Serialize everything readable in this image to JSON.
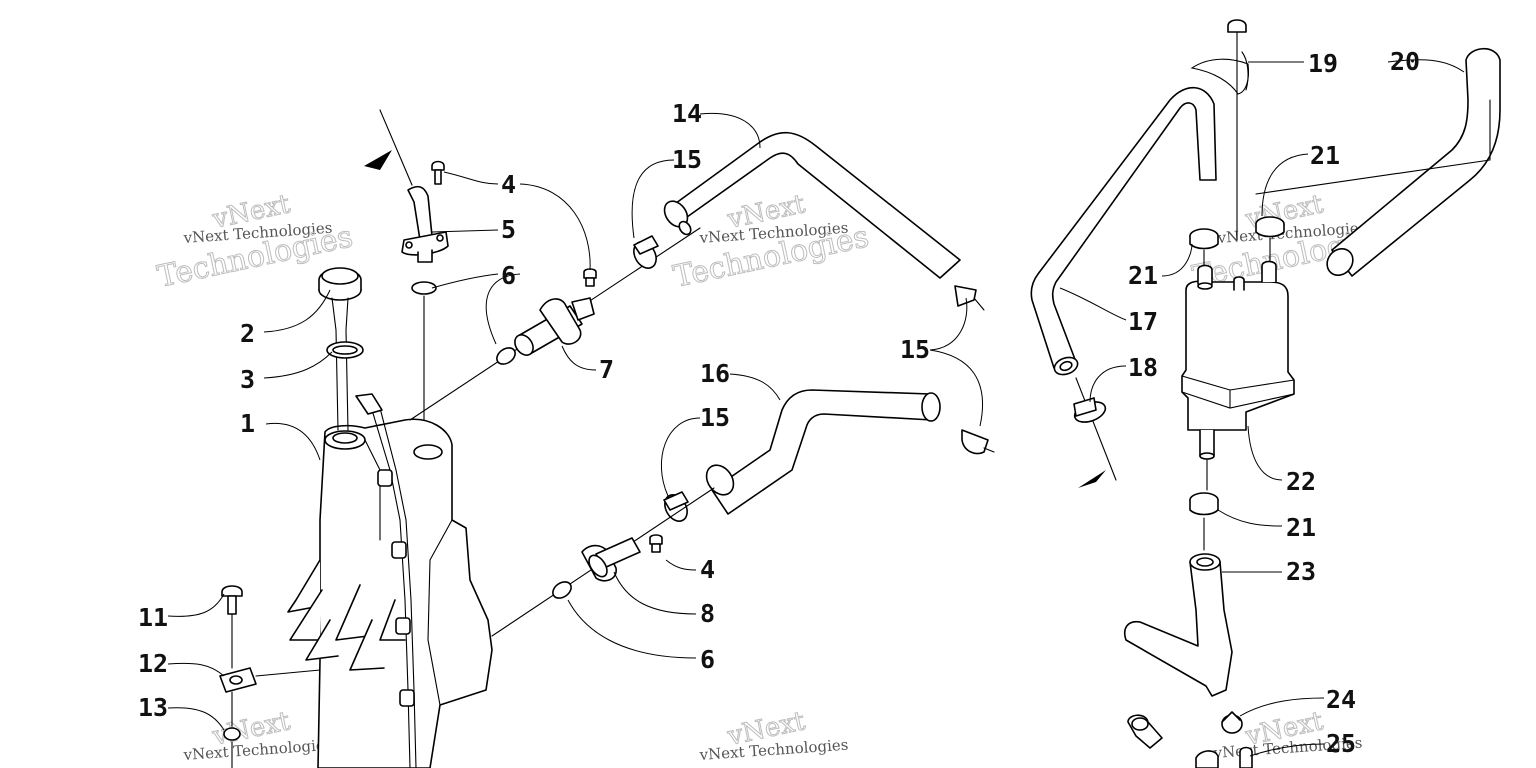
{
  "callouts": [
    {
      "id": "c1",
      "label": "1"
    },
    {
      "id": "c2",
      "label": "2"
    },
    {
      "id": "c3",
      "label": "3"
    },
    {
      "id": "c4a",
      "label": "4"
    },
    {
      "id": "c4b",
      "label": "4"
    },
    {
      "id": "c5",
      "label": "5"
    },
    {
      "id": "c6a",
      "label": "6"
    },
    {
      "id": "c6b",
      "label": "6"
    },
    {
      "id": "c7",
      "label": "7"
    },
    {
      "id": "c8",
      "label": "8"
    },
    {
      "id": "c11",
      "label": "11"
    },
    {
      "id": "c12",
      "label": "12"
    },
    {
      "id": "c13",
      "label": "13"
    },
    {
      "id": "c14",
      "label": "14"
    },
    {
      "id": "c15a",
      "label": "15"
    },
    {
      "id": "c15b",
      "label": "15"
    },
    {
      "id": "c15c",
      "label": "15"
    },
    {
      "id": "c16",
      "label": "16"
    },
    {
      "id": "c17",
      "label": "17"
    },
    {
      "id": "c18",
      "label": "18"
    },
    {
      "id": "c19",
      "label": "19"
    },
    {
      "id": "c20",
      "label": "20"
    },
    {
      "id": "c21a",
      "label": "21"
    },
    {
      "id": "c21b",
      "label": "21"
    },
    {
      "id": "c21c",
      "label": "21"
    },
    {
      "id": "c22",
      "label": "22"
    },
    {
      "id": "c23",
      "label": "23"
    },
    {
      "id": "c24",
      "label": "24"
    },
    {
      "id": "c25",
      "label": "25"
    }
  ],
  "watermark": {
    "line_small": "vNext Technologies",
    "line_big_1": "vNext",
    "line_big_2": "Technologies"
  }
}
